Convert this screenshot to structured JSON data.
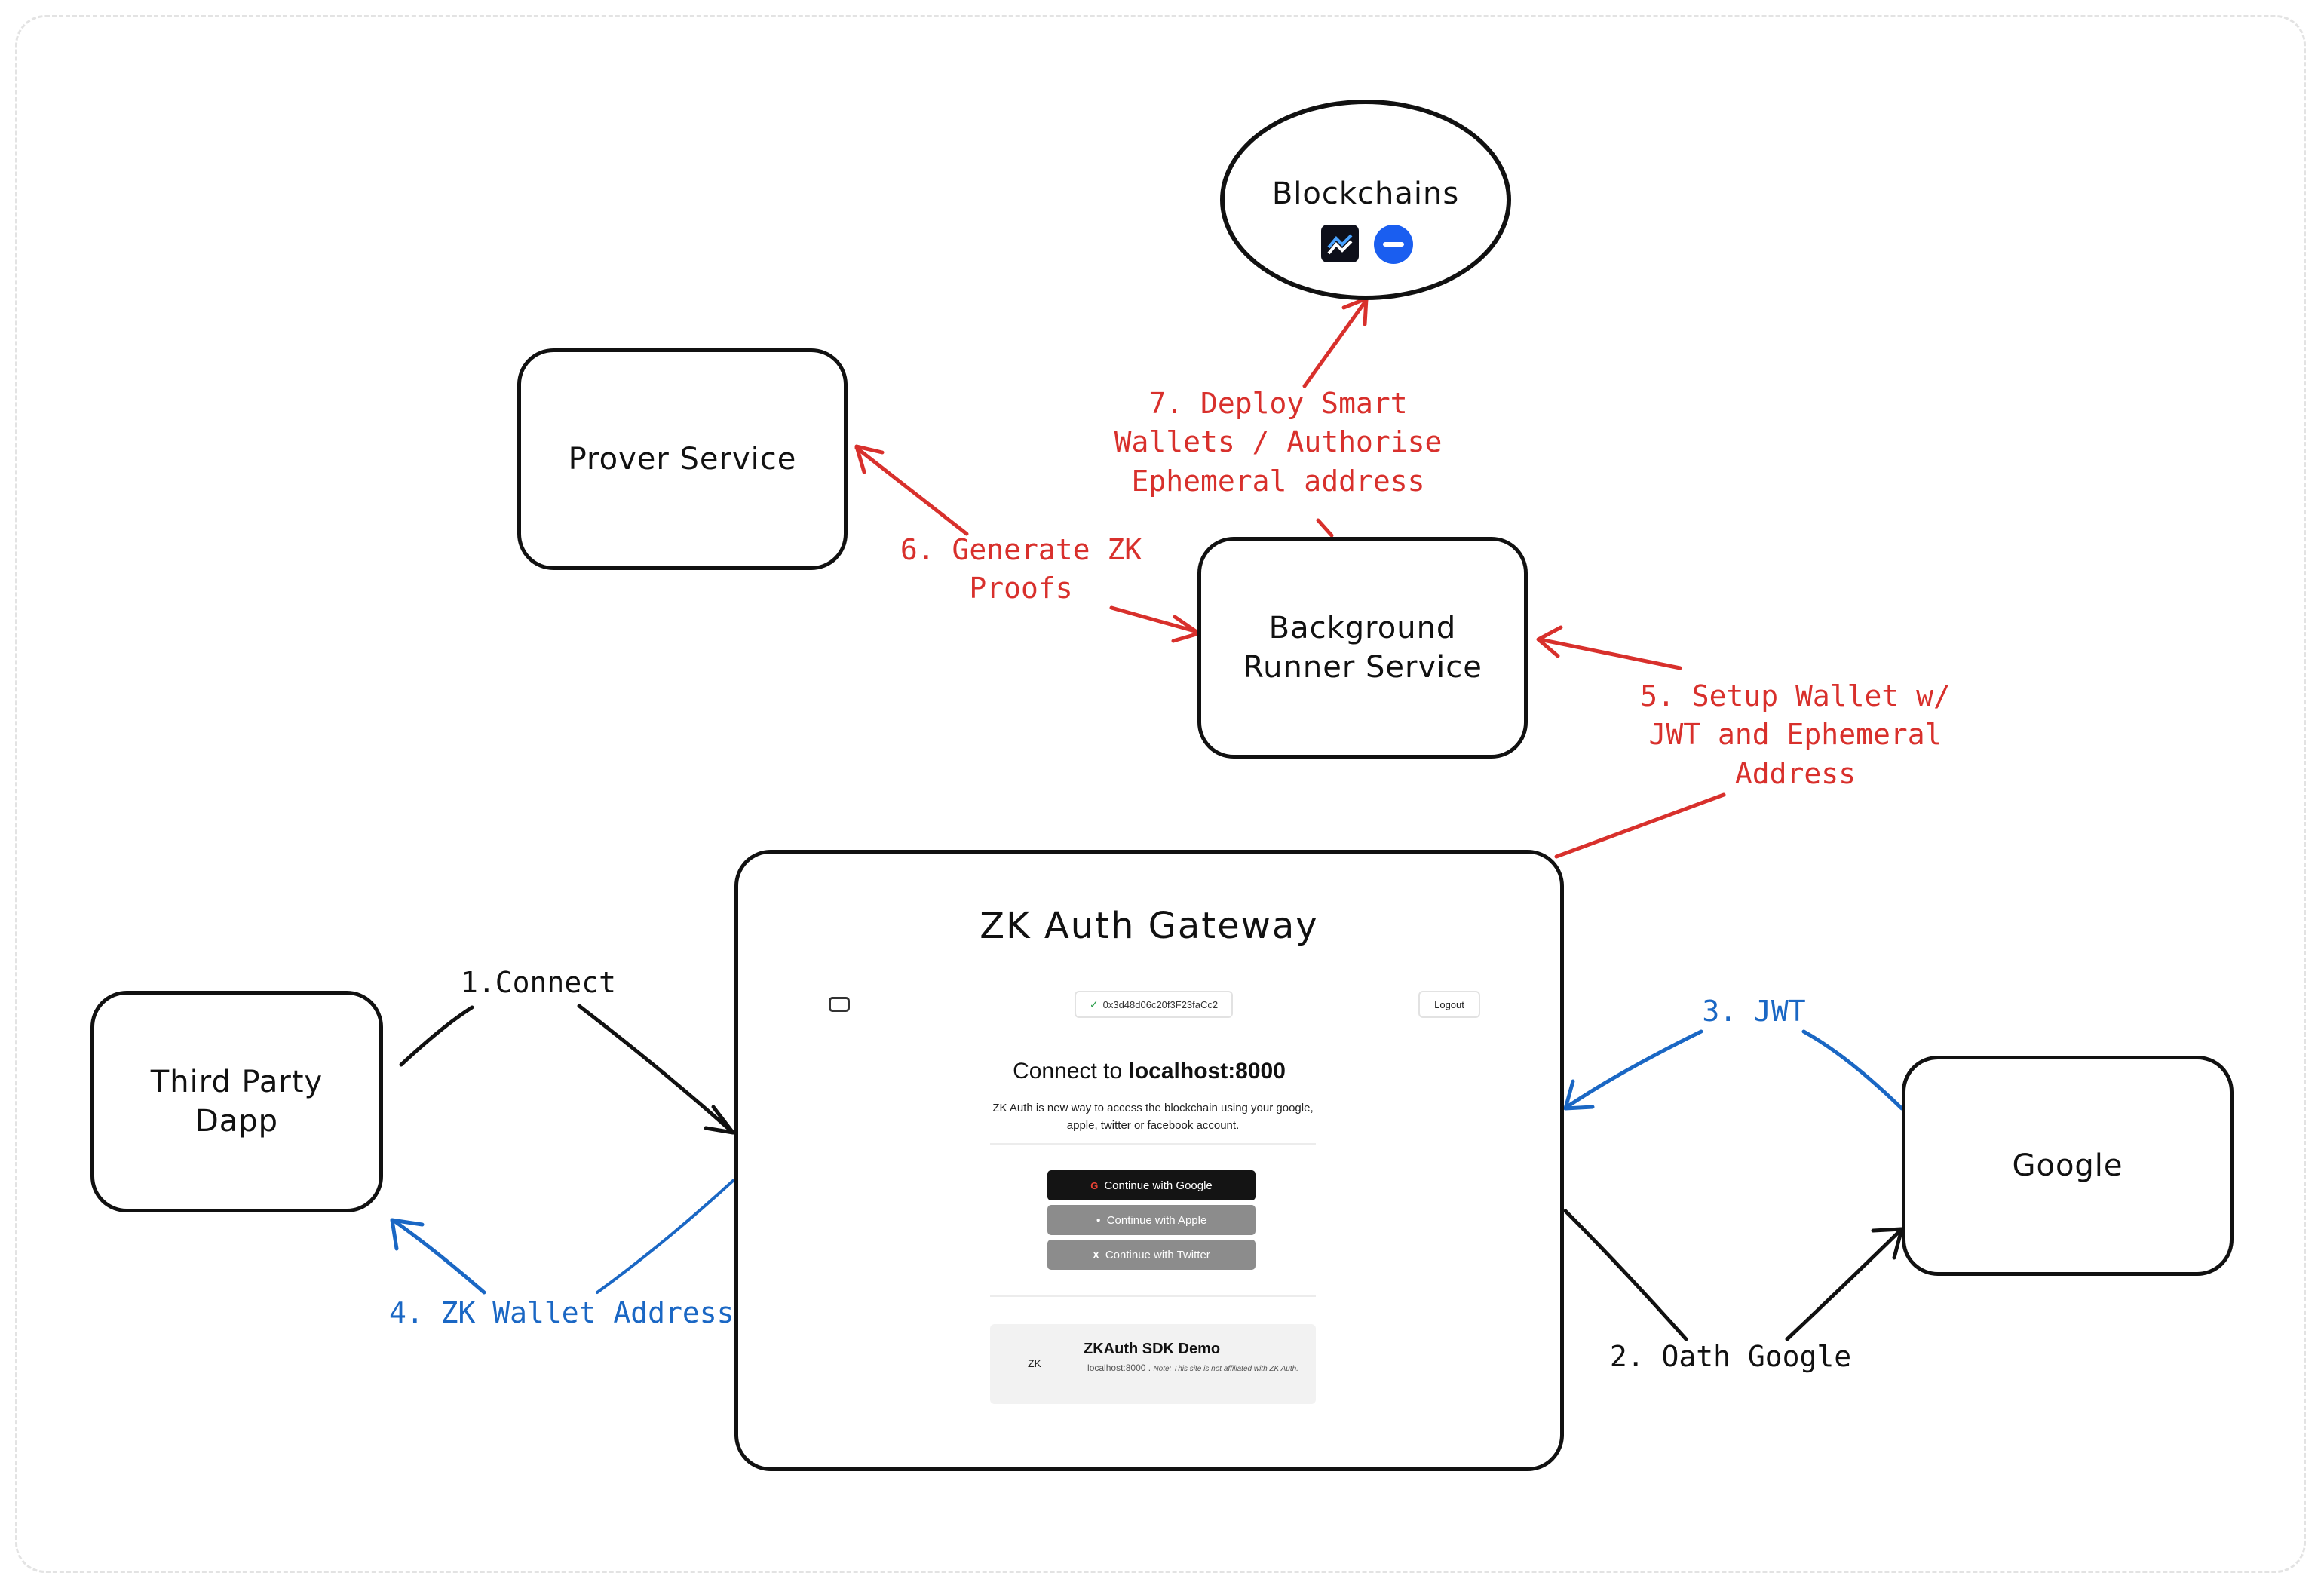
{
  "nodes": {
    "blockchains": "Blockchains",
    "prover": "Prover Service",
    "runner": "Background\nRunner Service",
    "third_party": "Third Party\nDapp",
    "google": "Google",
    "gateway": "ZK Auth Gateway"
  },
  "chain_icons": [
    "chain-logo-icon",
    "chain-circle-icon"
  ],
  "edges": {
    "e1": "1.Connect",
    "e2": "2. Oath Google",
    "e3": "3. JWT",
    "e4": "4. ZK Wallet Address",
    "e5": "5. Setup Wallet w/\nJWT and Ephemeral\nAddress",
    "e6": "6. Generate ZK\nProofs",
    "e7": "7. Deploy Smart\nWallets / Authorise\nEphemeral address"
  },
  "colors": {
    "red": "#d8302c",
    "blue": "#1a67c4",
    "black": "#111111"
  },
  "gateway_ui": {
    "wallet_icon": "wallet-icon",
    "address": "0x3d48d06c20f3F23faCc2",
    "logout": "Logout",
    "connect_prefix": "Connect to ",
    "connect_host": "localhost:8000",
    "description": "ZK Auth is new way to access the blockchain using your google, apple, twitter or facebook account.",
    "buttons": {
      "google": "Continue with Google",
      "apple": "Continue with Apple",
      "twitter": "Continue with Twitter"
    },
    "button_icons": {
      "google": "G",
      "apple": "●",
      "twitter": "X"
    },
    "sdk": {
      "logo": "ZK",
      "title": "ZKAuth SDK Demo",
      "host": "localhost:8000 .",
      "note": "Note: This site is not affiliated with ZK Auth."
    }
  }
}
